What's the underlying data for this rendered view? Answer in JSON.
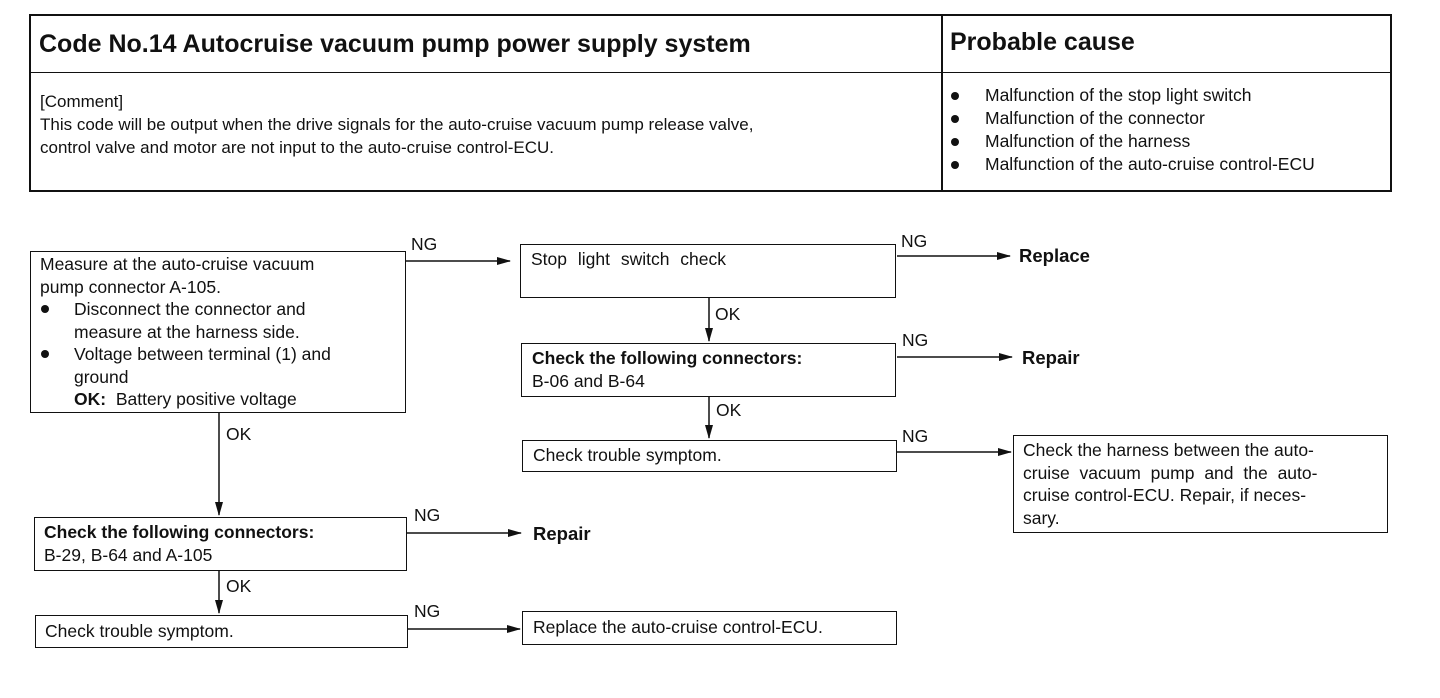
{
  "header": {
    "code_title": "Code No.14 Autocruise vacuum pump power supply system",
    "cause_title": "Probable cause",
    "comment_label": "[Comment]",
    "comment_lines": [
      "This code will be output when the drive signals for the auto-cruise vacuum pump release valve,",
      "control valve and motor are not input to the auto-cruise control-ECU."
    ],
    "causes": [
      "Malfunction of the stop light switch",
      "Malfunction of the connector",
      "Malfunction of the harness",
      "Malfunction of the auto-cruise control-ECU"
    ]
  },
  "flow": {
    "measure": {
      "line1": "Measure at the auto-cruise vacuum",
      "line2": "pump connector A-105.",
      "bullet1_l1": "Disconnect the connector and",
      "bullet1_l2": "measure at the harness side.",
      "bullet2_l1": "Voltage between terminal (1) and",
      "bullet2_l2": "ground",
      "ok_label": "OK:",
      "ok_value": "Battery positive voltage"
    },
    "stop_check": "Stop light switch check",
    "conn1_title": "Check the following connectors:",
    "conn1_value": "B-06 and B-64",
    "trouble1": "Check trouble symptom.",
    "harness": {
      "l1": "Check the harness between the auto-",
      "l2": "cruise vacuum pump and the auto-",
      "l3": "cruise control-ECU. Repair, if neces-",
      "l4": "sary."
    },
    "conn2_title": "Check the following connectors:",
    "conn2_value": "B-29, B-64 and A-105",
    "trouble2": "Check trouble symptom.",
    "replace_ecu": "Replace the auto-cruise control-ECU.",
    "labels": {
      "ng": "NG",
      "ok": "OK"
    },
    "actions": {
      "replace": "Replace",
      "repair": "Repair"
    }
  }
}
